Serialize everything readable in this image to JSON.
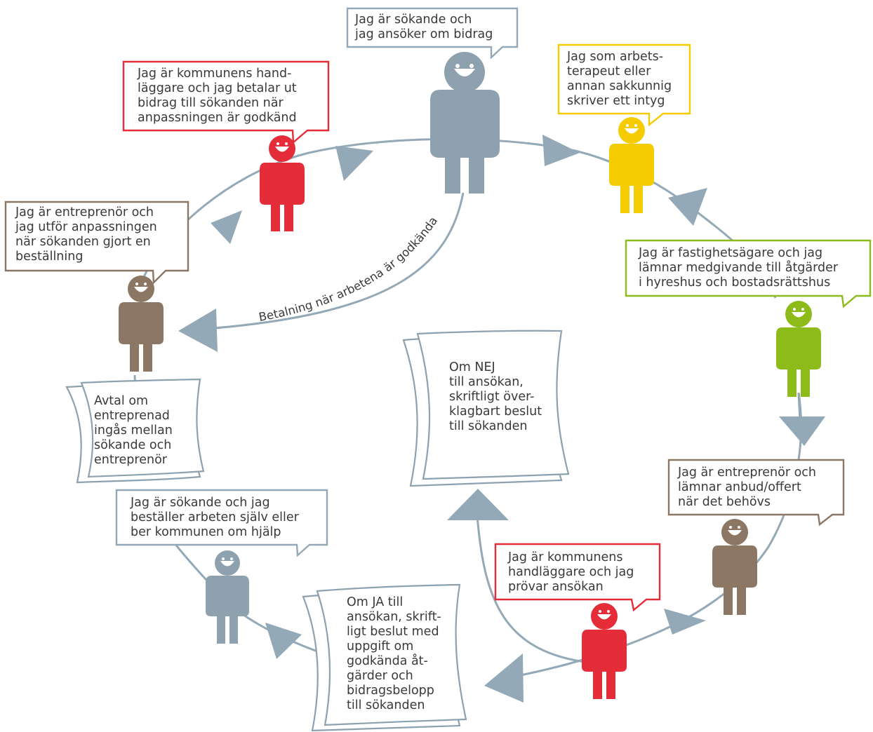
{
  "colors": {
    "flow": "#93a9b7",
    "gray_person": "#8da1ae",
    "red": "#e42d39",
    "yellow": "#f4cc00",
    "green": "#8dbb1a",
    "brown": "#8b7764",
    "doc_stroke": "#8da1ae",
    "text": "#3a3a3a"
  },
  "curve_label": "Betalning när arbetena är godkända",
  "bubbles": {
    "applicant_top": "Jag är sökande och\njag ansöker om bidrag",
    "municipality_pays": "Jag är kommunens hand-\nläggare och jag betalar ut\nbidrag till sökanden när\nanpassningen är godkänd",
    "therapist": "Jag som arbets-\nterapeut eller\nannan sakkunnig\nskriver ett intyg",
    "contractor_performs": "Jag är entreprenör och\njag utför anpassningen\nnär sökanden gjort en\nbeställning",
    "property_owner": "Jag är fastighetsägare och jag\nlämnar medgivande till åtgärder\ni hyreshus och bostadsrättshus",
    "contractor_quote": "Jag är entreprenör och\nlämnar anbud/offert\nnär det behövs",
    "applicant_orders": "Jag är sökande och jag\nbeställer arbeten själv eller\nber kommunen om hjälp",
    "municipality_reviews": "Jag är kommunens\nhandläggare och jag\nprövar ansökan"
  },
  "documents": {
    "contract": "Avtal om\nentreprenad\ningås mellan\nsökande och\nentreprenör",
    "decision_no": "Om NEJ\ntill ansökan,\nskriftligt över-\nklagbart beslut\ntill sökanden",
    "decision_yes": "Om JA till\nansökan, skrift-\nligt beslut med\nuppgift om\ngodkända åt-\ngärder och\nbidragsbelopp\ntill sökanden"
  },
  "icons": {
    "person": "smiling-person-icon",
    "arrow": "triangle-arrow-icon",
    "document": "paper-stack-icon"
  }
}
